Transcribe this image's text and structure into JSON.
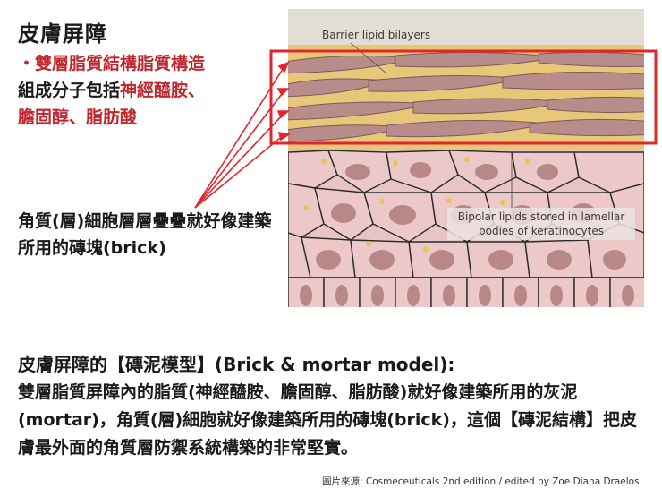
{
  "title": "皮膚屏障",
  "left": {
    "bullet_prefix": "・",
    "bullet_red": "雙層脂質結構脂質構造",
    "line2_dark": "組成分子包括",
    "line2_red": "神經醯胺、",
    "line3_red": "膽固醇、脂肪酸"
  },
  "corneocyte_text": "角質(層)細胞層層疊疊就好像建築所用的磚塊(brick)",
  "figure": {
    "label_barrier": "Barrier lipid bilayers",
    "label_bipolar_line1": "Bipolar lipids stored in lamellar",
    "label_bipolar_line2": "bodies of keratinocytes"
  },
  "bottom": {
    "heading": "皮膚屏障的【磚泥模型】(Brick & mortar model):",
    "body": "雙層脂質屏障內的脂質(神經醯胺、膽固醇、脂肪酸)就好像建築所用的灰泥(mortar)，角質(層)細胞就好像建築所用的磚塊(brick)，這個【磚泥結構】把皮膚最外面的角質層防禦系統構築的非常堅實。"
  },
  "credit": "圖片來源: Cosmeceuticals 2nd edition / edited by Zoe Diana Draelos",
  "colors": {
    "accent_red": "#e0262d",
    "lipid_yellow": "#e8c878",
    "cell_pink": "#e8c4c4",
    "nucleus": "#b88888",
    "brick": "#b98c8c"
  }
}
